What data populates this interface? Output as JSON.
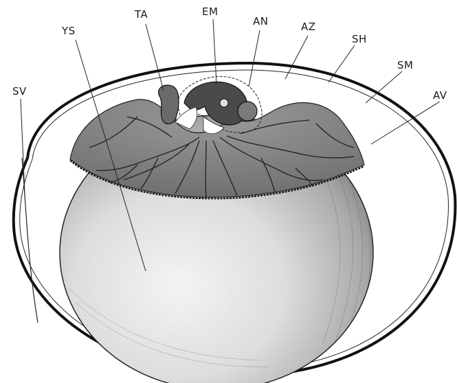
{
  "figure": {
    "labels": {
      "ta": "TA",
      "em": "EM",
      "an": "AN",
      "az": "AZ",
      "ys": "YS",
      "sh": "SH",
      "sm": "SM",
      "sv": "SV",
      "av": "AV"
    },
    "colors": {
      "ink": "#1a1a1a",
      "paper": "#ffffff",
      "yolk_light": "#f2f2f2",
      "yolk_dark": "#6e6e6e",
      "vascular_area": "#8a8a8a",
      "embryo": "#4a4a4a"
    }
  }
}
